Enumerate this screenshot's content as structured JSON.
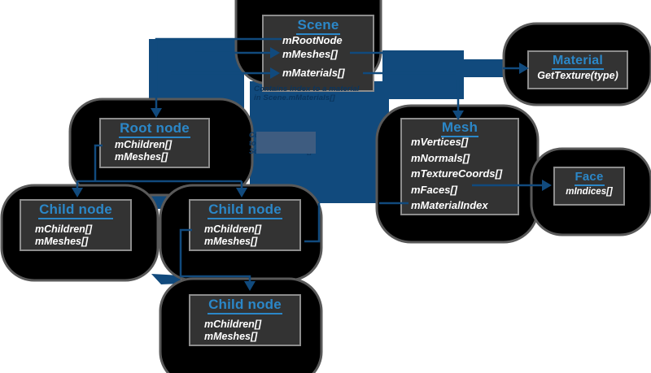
{
  "colors": {
    "background": "#ffffff",
    "flood_blue": "#114a7d",
    "title_blue": "#2b87c8",
    "box_fill": "#333333",
    "box_border": "#8d8d8d",
    "blob_fill": "#000000",
    "blob_edge": "#595959",
    "annotation_text": "#0a355e",
    "overlay_rect": "#3e5c80",
    "field_text": "#ffffff"
  },
  "boxes": {
    "scene": {
      "title": "Scene",
      "fields": [
        "mRootNode",
        "mMeshes[]",
        "mMaterials[]"
      ]
    },
    "material": {
      "title": "Material",
      "fields": [
        "GetTexture(type)"
      ]
    },
    "root_node": {
      "title": "Root node",
      "fields": [
        "mChildren[]",
        "mMeshes[]"
      ]
    },
    "mesh": {
      "title": "Mesh",
      "fields": [
        "mVertices[]",
        "mNormals[]",
        "mTextureCoords[]",
        "mFaces[]",
        "mMaterialIndex"
      ]
    },
    "face": {
      "title": "Face",
      "fields": [
        "mIndices[]"
      ]
    },
    "child_node_1": {
      "title": "Child node",
      "fields": [
        "mChildren[]",
        "mMeshes[]"
      ]
    },
    "child_node_2": {
      "title": "Child node",
      "fields": [
        "mChildren[]",
        "mMeshes[]"
      ]
    },
    "child_node_3": {
      "title": "Child node",
      "fields": [
        "mChildren[]",
        "mMeshes[]"
      ]
    }
  },
  "annotations": {
    "material_note": {
      "lines": [
        "Contains index to a material",
        "in Scene.mMaterials[]"
      ]
    },
    "meshes_note": {
      "lines": [
        "Contains indices",
        "to meshes in",
        "Scene.mMeshes[]"
      ]
    }
  }
}
